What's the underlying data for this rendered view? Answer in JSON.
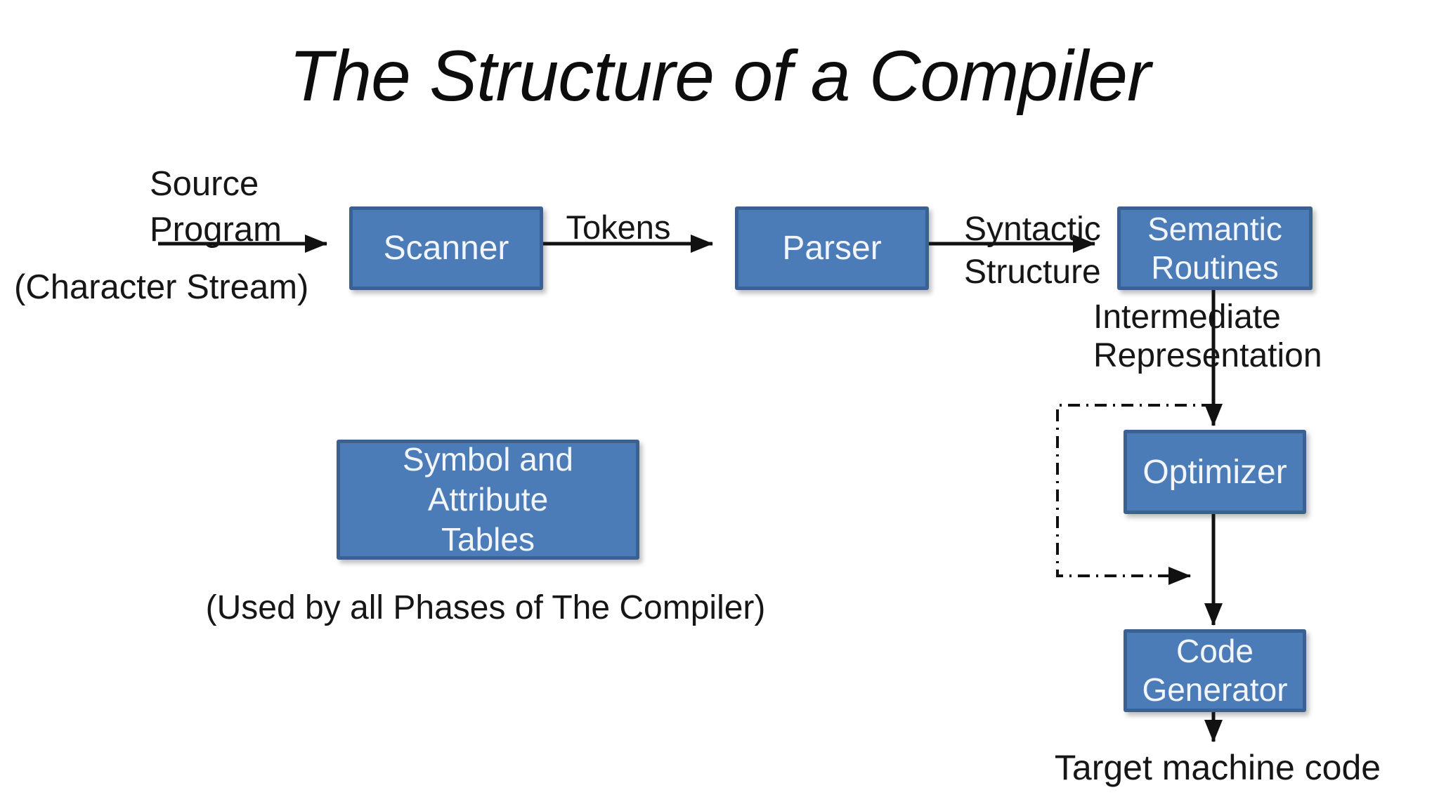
{
  "title": "The Structure of a Compiler",
  "colors": {
    "box_fill": "#4C7CB8",
    "box_border": "#3A618F",
    "box_text": "#F2F6FB",
    "ink": "#161616",
    "bg": "#FFFFFF"
  },
  "labels": {
    "source_program_line1": "Source",
    "source_program_line2": "Program",
    "character_stream": "(Character Stream)",
    "tokens": "Tokens",
    "syntactic_line1": "Syntactic",
    "syntactic_line2": "Structure",
    "intermediate_line1": "Intermediate",
    "intermediate_line2": "Representation",
    "symbol_note": "(Used by all Phases of The Compiler)",
    "target_machine_code": "Target machine code"
  },
  "boxes": {
    "scanner": {
      "label": "Scanner"
    },
    "parser": {
      "label": "Parser"
    },
    "semantic_routines": {
      "line1": "Semantic",
      "line2": "Routines"
    },
    "optimizer": {
      "label": "Optimizer"
    },
    "code_generator": {
      "line1": "Code",
      "line2": "Generator"
    },
    "symbol_tables": {
      "line1": "Symbol and",
      "line2": "Attribute",
      "line3": "Tables"
    }
  }
}
